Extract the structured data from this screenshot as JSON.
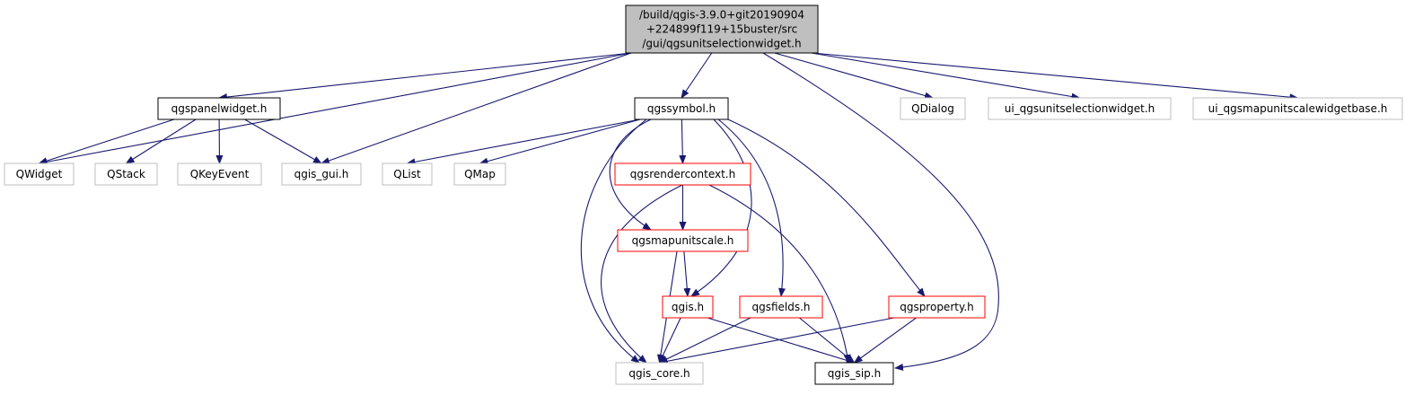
{
  "colors": {
    "edge": "#191970",
    "focus_fill": "#bfbfbf",
    "border_black": "#000000",
    "border_red": "#ff0000",
    "border_gray": "#bfbfbf",
    "fill": "#ffffff"
  },
  "nodes": [
    {
      "id": "root",
      "lines": [
        "/build/qgis-3.9.0+git20190904",
        "+224899f119+15buster/src",
        "/gui/qgsunitselectionwidget.h"
      ],
      "style": "focus"
    },
    {
      "id": "qgspanelwidget",
      "lines": [
        "qgspanelwidget.h"
      ],
      "style": "black"
    },
    {
      "id": "qgssymbol",
      "lines": [
        "qgssymbol.h"
      ],
      "style": "black"
    },
    {
      "id": "qdialog",
      "lines": [
        "QDialog"
      ],
      "style": "gray"
    },
    {
      "id": "ui_qgsunitselectionwidget",
      "lines": [
        "ui_qgsunitselectionwidget.h"
      ],
      "style": "gray"
    },
    {
      "id": "ui_qgsmapunitscalewidgetbase",
      "lines": [
        "ui_qgsmapunitscalewidgetbase.h"
      ],
      "style": "gray"
    },
    {
      "id": "qwidget",
      "lines": [
        "QWidget"
      ],
      "style": "gray"
    },
    {
      "id": "qstack",
      "lines": [
        "QStack"
      ],
      "style": "gray"
    },
    {
      "id": "qkeyevent",
      "lines": [
        "QKeyEvent"
      ],
      "style": "gray"
    },
    {
      "id": "qgis_gui",
      "lines": [
        "qgis_gui.h"
      ],
      "style": "gray"
    },
    {
      "id": "qlist",
      "lines": [
        "QList"
      ],
      "style": "gray"
    },
    {
      "id": "qmap",
      "lines": [
        "QMap"
      ],
      "style": "gray"
    },
    {
      "id": "qgsrendercontext",
      "lines": [
        "qgsrendercontext.h"
      ],
      "style": "red"
    },
    {
      "id": "qgsmapunitscale",
      "lines": [
        "qgsmapunitscale.h"
      ],
      "style": "red"
    },
    {
      "id": "qgis",
      "lines": [
        "qgis.h"
      ],
      "style": "red"
    },
    {
      "id": "qgsfields",
      "lines": [
        "qgsfields.h"
      ],
      "style": "red"
    },
    {
      "id": "qgsproperty",
      "lines": [
        "qgsproperty.h"
      ],
      "style": "red"
    },
    {
      "id": "qgis_core",
      "lines": [
        "qgis_core.h"
      ],
      "style": "gray"
    },
    {
      "id": "qgis_sip",
      "lines": [
        "qgis_sip.h"
      ],
      "style": "black"
    }
  ],
  "edges": [
    [
      "root",
      "qwidget"
    ],
    [
      "root",
      "qgspanelwidget"
    ],
    [
      "root",
      "qgis_gui"
    ],
    [
      "root",
      "qgssymbol"
    ],
    [
      "root",
      "qgis_sip"
    ],
    [
      "root",
      "qdialog"
    ],
    [
      "root",
      "ui_qgsunitselectionwidget"
    ],
    [
      "root",
      "ui_qgsmapunitscalewidgetbase"
    ],
    [
      "qgspanelwidget",
      "qwidget"
    ],
    [
      "qgspanelwidget",
      "qstack"
    ],
    [
      "qgspanelwidget",
      "qkeyevent"
    ],
    [
      "qgspanelwidget",
      "qgis_gui"
    ],
    [
      "qgssymbol",
      "qlist"
    ],
    [
      "qgssymbol",
      "qmap"
    ],
    [
      "qgssymbol",
      "qgsrendercontext"
    ],
    [
      "qgssymbol",
      "qgsmapunitscale"
    ],
    [
      "qgssymbol",
      "qgis"
    ],
    [
      "qgssymbol",
      "qgsfields"
    ],
    [
      "qgssymbol",
      "qgsproperty"
    ],
    [
      "qgssymbol",
      "qgis_core"
    ],
    [
      "qgsrendercontext",
      "qgsmapunitscale"
    ],
    [
      "qgsrendercontext",
      "qgis_core"
    ],
    [
      "qgsrendercontext",
      "qgis_sip"
    ],
    [
      "qgsmapunitscale",
      "qgis"
    ],
    [
      "qgsmapunitscale",
      "qgis_core"
    ],
    [
      "qgis",
      "qgis_core"
    ],
    [
      "qgis",
      "qgis_sip"
    ],
    [
      "qgsfields",
      "qgis_core"
    ],
    [
      "qgsfields",
      "qgis_sip"
    ],
    [
      "qgsproperty",
      "qgis_core"
    ],
    [
      "qgsproperty",
      "qgis_sip"
    ]
  ]
}
